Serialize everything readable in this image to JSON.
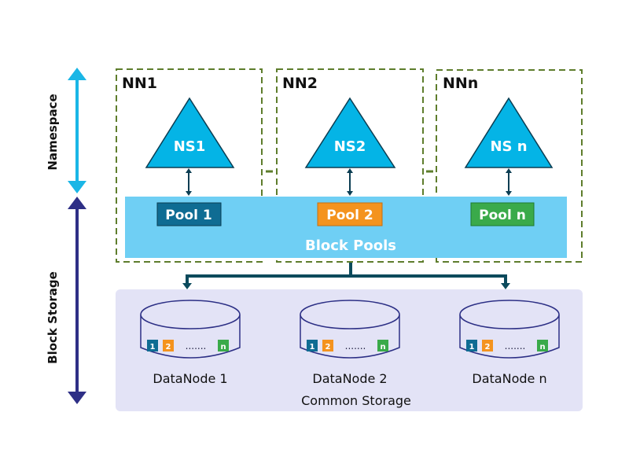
{
  "axis": {
    "namespace_label": "Namespace",
    "block_storage_label": "Block Storage"
  },
  "namenodes": [
    {
      "label": "NN1",
      "namespace": "NS1",
      "pool": "Pool 1",
      "pool_color": "#0f6c93"
    },
    {
      "label": "NN2",
      "namespace": "NS2",
      "pool": "Pool 2",
      "pool_color": "#f4931e"
    },
    {
      "label": "NNn",
      "namespace": "NS n",
      "pool": "Pool n",
      "pool_color": "#3aaa4a"
    }
  ],
  "block_pools_label": "Block Pools",
  "datanodes": [
    {
      "label": "DataNode 1",
      "blocks": [
        "1",
        "2",
        "n"
      ],
      "dots": "......."
    },
    {
      "label": "DataNode 2",
      "blocks": [
        "1",
        "2",
        "n"
      ],
      "dots": "......."
    },
    {
      "label": "DataNode n",
      "blocks": [
        "1",
        "2",
        "n"
      ],
      "dots": "......."
    }
  ],
  "common_storage_label": "Common Storage",
  "colors": {
    "namespace_arrow": "#1ab6e6",
    "block_storage_arrow": "#2e2f86",
    "triangle_fill": "#04b4e6",
    "triangle_stroke": "#0b3d52",
    "block_pool_band": "#6fcff4",
    "dashed_border": "#5e7d2c",
    "connector": "#0b4a5c",
    "common_storage_bg": "#e3e3f6",
    "disk_stroke": "#2c2f85"
  }
}
